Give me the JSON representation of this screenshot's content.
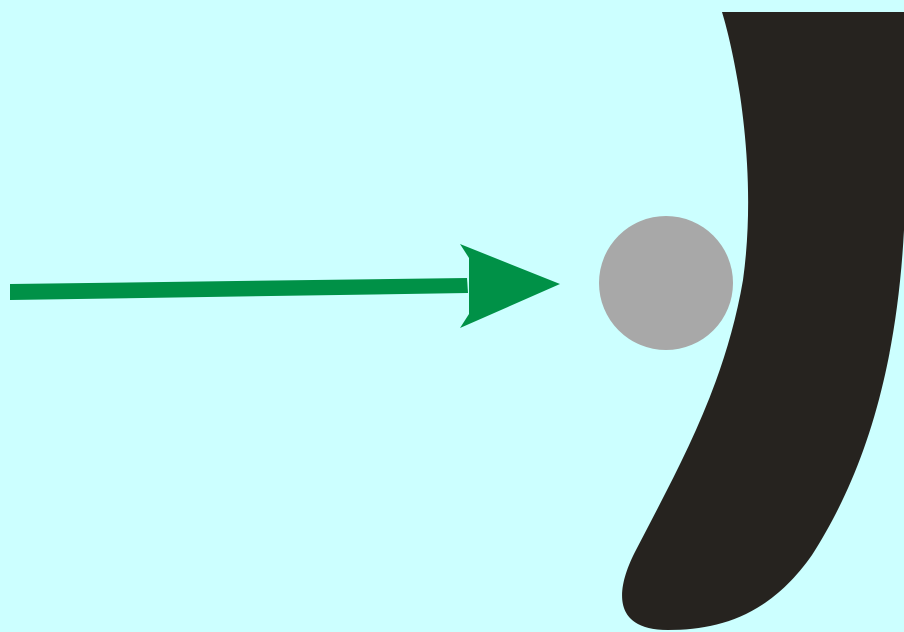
{
  "colors": {
    "background": "#ccffff",
    "arrow": "#009147",
    "ball": "#a8a8a8",
    "surface": "#26231f"
  },
  "elements": {
    "arrow": {
      "icon": "right-arrow-icon",
      "direction": "right"
    },
    "ball": {
      "icon": "circle-shape"
    },
    "surface": {
      "icon": "curved-surface-shape"
    }
  }
}
